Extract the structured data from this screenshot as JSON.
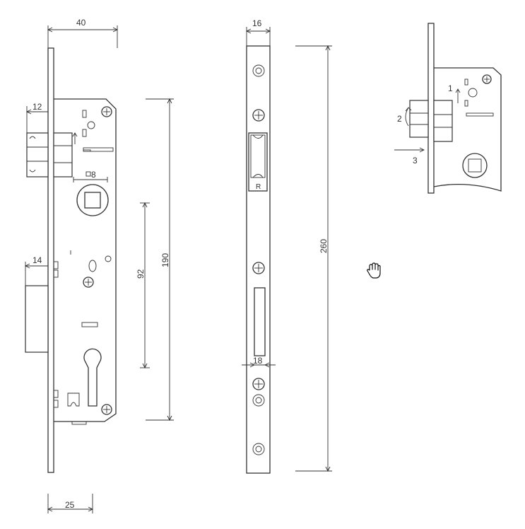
{
  "front_view": {
    "width_label": "40",
    "latch_offset_label": "12",
    "square_label": "8",
    "bolt_offset_label": "14",
    "center_distance_label": "92",
    "case_height_label": "190",
    "backset_label": "25"
  },
  "side_view": {
    "thickness_label": "16",
    "latch_letter": "R",
    "length_label": "260",
    "bolt_hole_label": "18"
  },
  "detail_view": {
    "step_1": "1",
    "step_2": "2",
    "step_3": "3"
  },
  "cursor": {
    "icon": "hand-cursor-icon"
  }
}
